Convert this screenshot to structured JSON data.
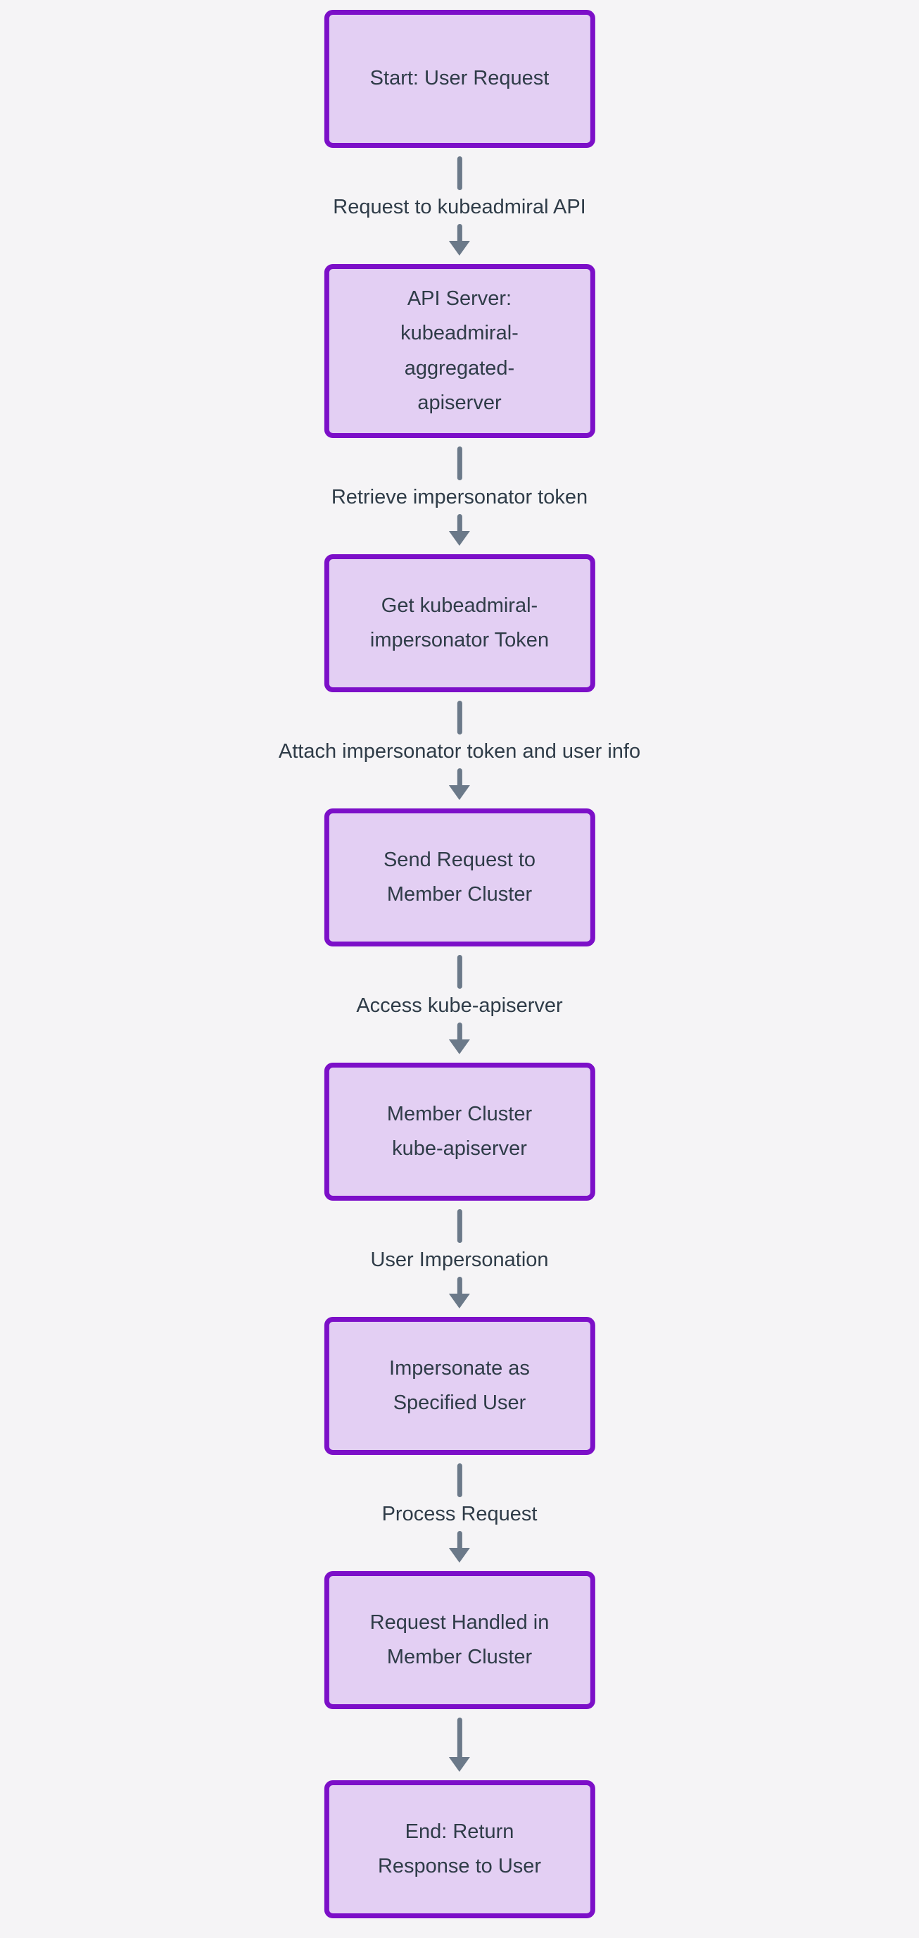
{
  "diagram": {
    "type": "flowchart",
    "direction": "top-down",
    "nodes": [
      {
        "id": "start",
        "label": "Start: User Request"
      },
      {
        "id": "api-server",
        "label": "API Server:\nkubeadmiral-\naggregated-\napiserver"
      },
      {
        "id": "get-token",
        "label": "Get kubeadmiral-\nimpersonator Token"
      },
      {
        "id": "send-request",
        "label": "Send Request to\nMember Cluster"
      },
      {
        "id": "member-apiserver",
        "label": "Member Cluster\nkube-apiserver"
      },
      {
        "id": "impersonate",
        "label": "Impersonate as\nSpecified User"
      },
      {
        "id": "request-handled",
        "label": "Request Handled in\nMember Cluster"
      },
      {
        "id": "end",
        "label": "End: Return\nResponse to User"
      }
    ],
    "edges": [
      {
        "from": "start",
        "to": "api-server",
        "label": "Request to kubeadmiral API"
      },
      {
        "from": "api-server",
        "to": "get-token",
        "label": "Retrieve impersonator token"
      },
      {
        "from": "get-token",
        "to": "send-request",
        "label": "Attach impersonator token and user info"
      },
      {
        "from": "send-request",
        "to": "member-apiserver",
        "label": "Access kube-apiserver"
      },
      {
        "from": "member-apiserver",
        "to": "impersonate",
        "label": "User Impersonation"
      },
      {
        "from": "impersonate",
        "to": "request-handled",
        "label": "Process Request"
      },
      {
        "from": "request-handled",
        "to": "end",
        "label": ""
      }
    ],
    "colors": {
      "node_fill": "#e3cff3",
      "node_border": "#7c0fc8",
      "node_text": "#2f3c48",
      "edge_label_text": "#2f3c48",
      "arrow": "#6b7989",
      "background": "#f5f4f6"
    }
  }
}
